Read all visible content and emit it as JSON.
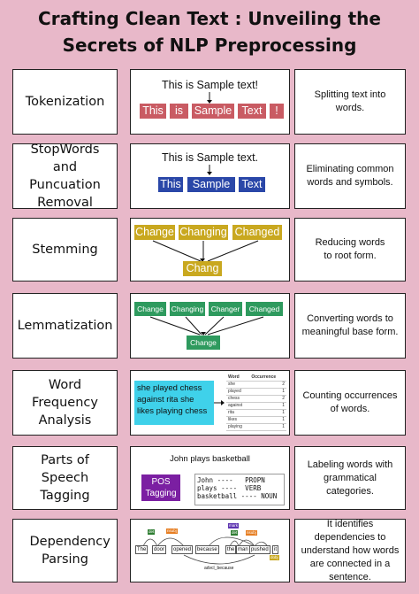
{
  "title": "Crafting Clean Text : Unveiling the Secrets of NLP Preprocessing",
  "rows": [
    {
      "label": "Tokenization",
      "desc": "Splitting text into words."
    },
    {
      "label": "StopWords and Puncuation Removal",
      "desc": "Eliminating common words and symbols."
    },
    {
      "label": "Stemming",
      "desc": "Reducing words to root form."
    },
    {
      "label": "Lemmatization",
      "desc": "Converting words to meaningful base form."
    },
    {
      "label": "Word Frequency Analysis",
      "desc": "Counting occurrences of words."
    },
    {
      "label": "Parts of Speech Tagging",
      "desc": "Labeling words with grammatical categories."
    },
    {
      "label": "Dependency Parsing",
      "desc": "It identifies dependencies to understand how words are connected in a sentence."
    }
  ],
  "tokenization": {
    "sentence": "This is Sample text!",
    "tokens": [
      "This",
      "is",
      "Sample",
      "Text",
      "!"
    ]
  },
  "stopwords": {
    "sentence": "This is Sample text.",
    "tokens": [
      "This",
      "Sample",
      "Text"
    ]
  },
  "stemming": {
    "words": [
      "Change",
      "Changing",
      "Changed"
    ],
    "root": "Chang"
  },
  "lemmatization": {
    "words": [
      "Change",
      "Changing",
      "Changer",
      "Changed"
    ],
    "root": "Change"
  },
  "word_frequency": {
    "text": "she played chess against rita she likes playing chess",
    "header": [
      "Word",
      "Occurrence"
    ],
    "rows": [
      [
        "she",
        "2"
      ],
      [
        "played",
        "1"
      ],
      [
        "chess",
        "2"
      ],
      [
        "against",
        "1"
      ],
      [
        "rita",
        "1"
      ],
      [
        "likes",
        "1"
      ],
      [
        "playing",
        "1"
      ]
    ]
  },
  "pos": {
    "sentence": "John plays basketball",
    "badge": "POS Tagging",
    "lines": [
      "John ----   PROPN",
      "plays ----  VERB",
      "basketball ---- NOUN"
    ]
  },
  "dependency": {
    "words": [
      "The",
      "door",
      "opened",
      "because",
      "the",
      "man",
      "pushed",
      "it"
    ],
    "tags": [
      "det",
      "nsubj",
      "mark",
      "det",
      "nsubj",
      "dobj"
    ],
    "arc_label": "advcl_because"
  },
  "colors": {
    "background": "#e8b8c9",
    "red": "#c95b63",
    "blue": "#2a47a8",
    "gold": "#c9a81f",
    "green": "#2e9a5e",
    "cyan": "#3fd1ea",
    "purple": "#7b1fa2"
  }
}
